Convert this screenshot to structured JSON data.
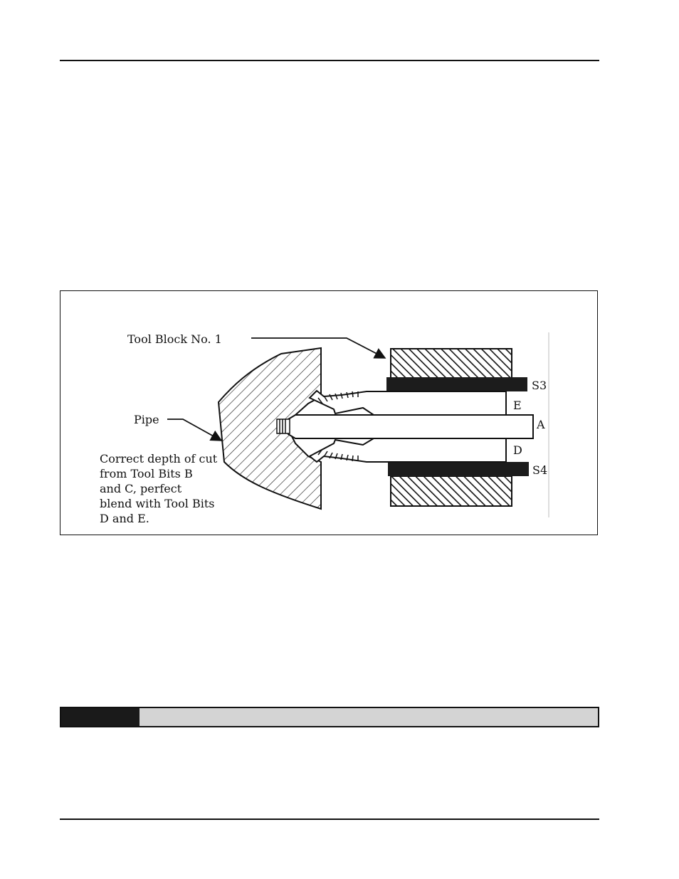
{
  "figure": {
    "labels": {
      "tool_block": "Tool Block No. 1",
      "pipe": "Pipe",
      "s3": "S3",
      "s4": "S4",
      "e": "E",
      "a": "A",
      "d": "D"
    },
    "caption_lines": [
      "Correct depth of cut",
      "from Tool Bits B",
      "and C,  perfect",
      "blend with Tool Bits",
      "D and E."
    ]
  }
}
